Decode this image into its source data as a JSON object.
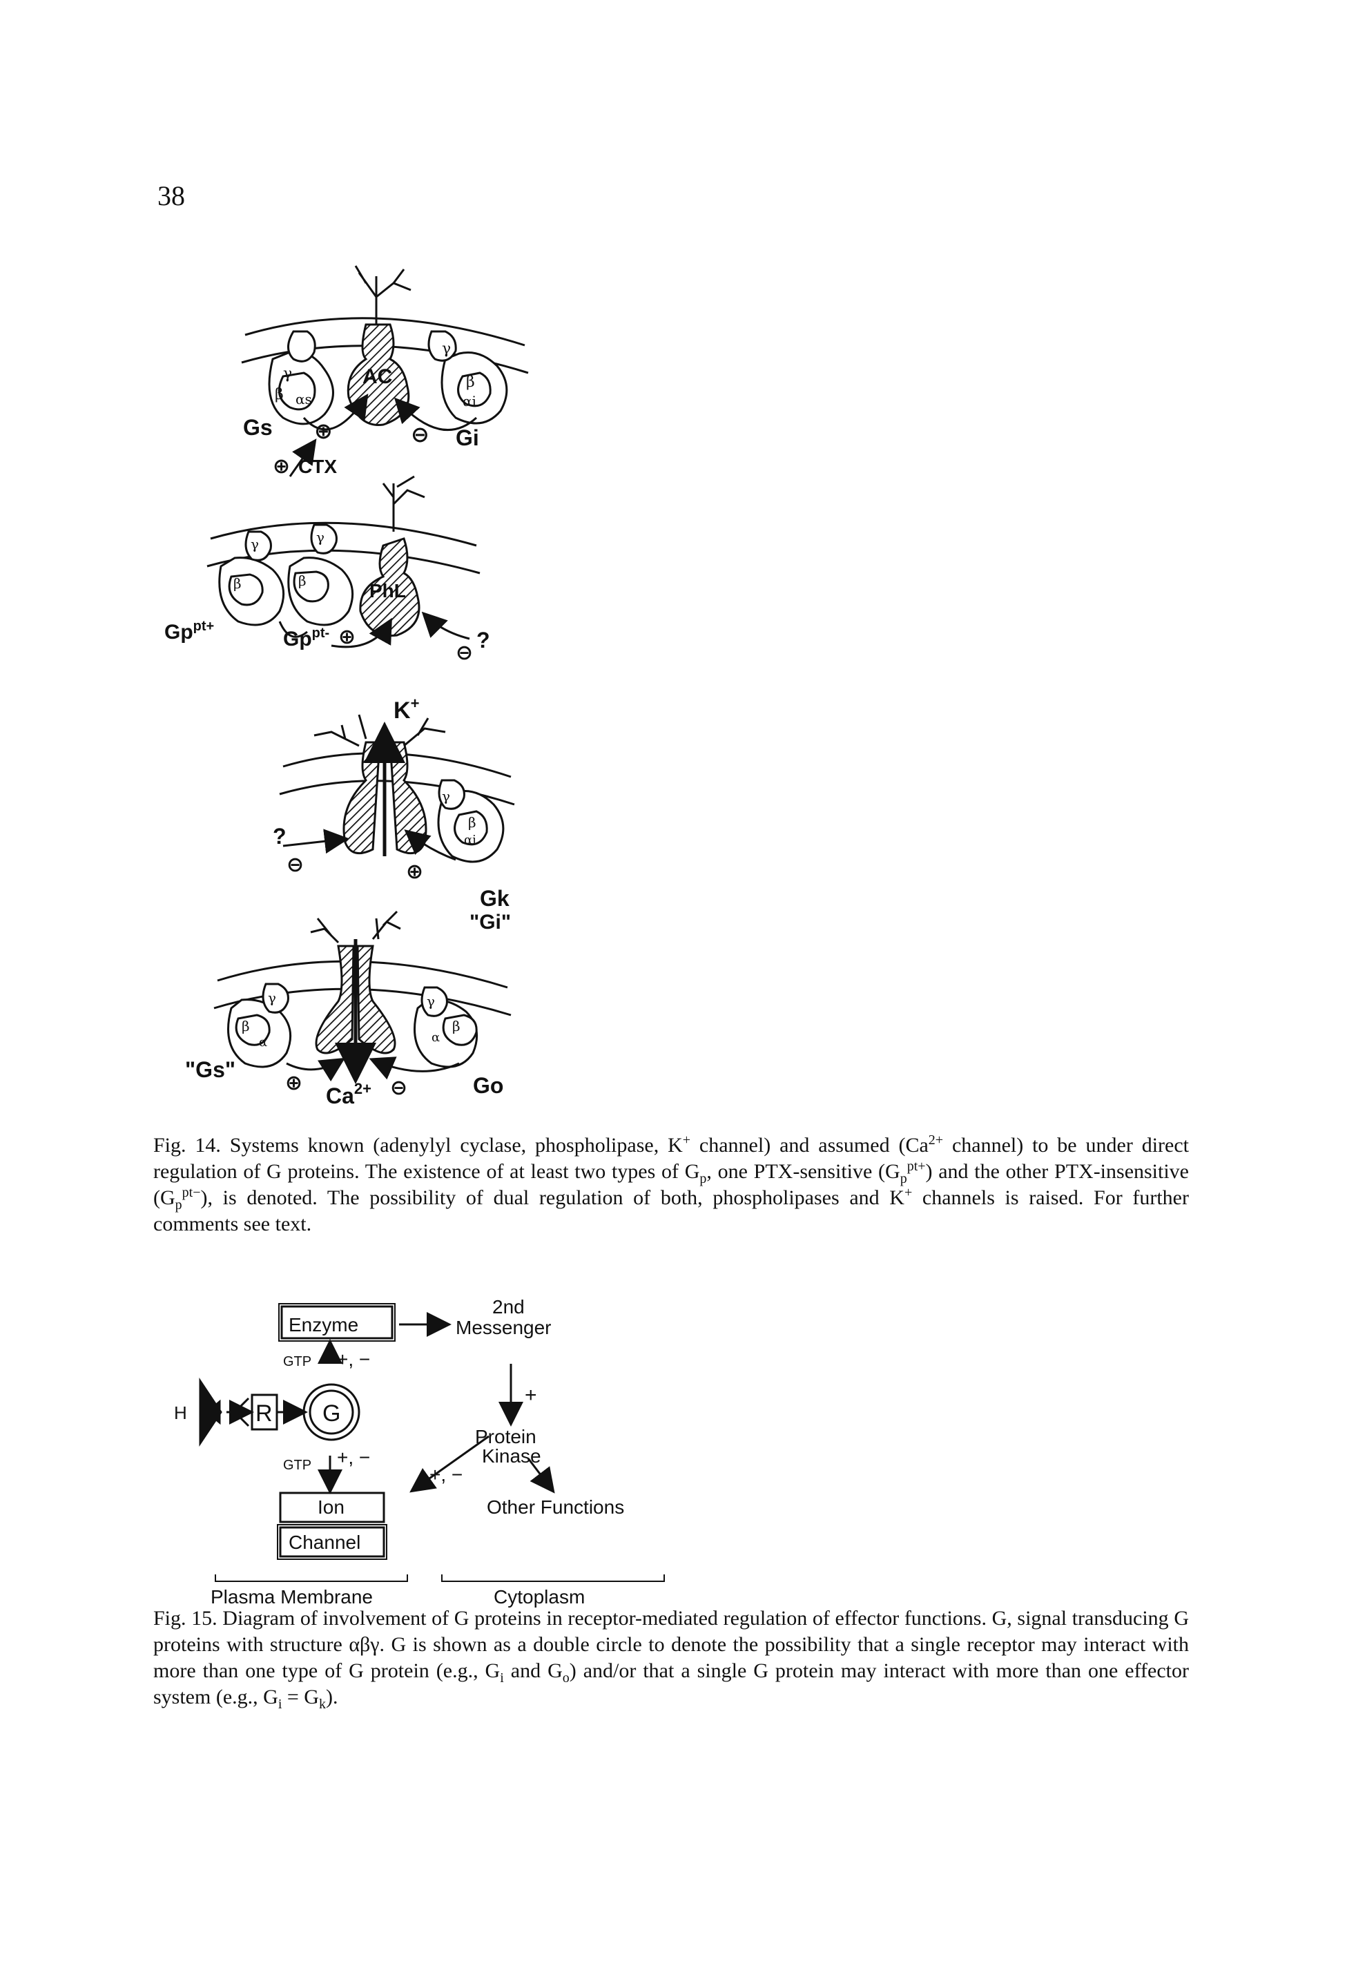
{
  "page": {
    "number": "38"
  },
  "fig14": {
    "panel_ac": {
      "left_protein": "Gs",
      "effector": "AC",
      "right_protein": "Gi",
      "ctx": "CTX",
      "subunits_left": [
        "γ",
        "β",
        "αs"
      ],
      "subunits_right": [
        "γ",
        "β",
        "αi"
      ]
    },
    "panel_phl": {
      "left_protein": "Gp",
      "left_sup": "pt+",
      "mid_protein": "Gp",
      "mid_sup": "pt-",
      "effector": "PhL",
      "question": "?"
    },
    "panel_k": {
      "ion": "K",
      "ion_charge": "+",
      "question": "?",
      "protein": "Gk",
      "protein_alt": "\"Gi\"",
      "subunits": [
        "γ",
        "β",
        "αi"
      ]
    },
    "panel_ca": {
      "left_protein": "\"Gs\"",
      "ion": "Ca",
      "ion_charge": "2+",
      "right_protein": "Go",
      "subunits_left": [
        "γ",
        "β",
        "α"
      ],
      "subunits_right": [
        "γ",
        "β",
        "α"
      ]
    },
    "plus": "⊕",
    "minus": "⊖",
    "caption": {
      "t1": "Fig. 14. Systems known (adenylyl cyclase, phospholipase, K",
      "t1s": "+",
      "t2": " channel) and assumed (Ca",
      "t2s": "2+",
      "t3": " channel) to be under direct regulation of G proteins. The existence of at least two types of G",
      "t3b": "p",
      "t4": ", one PTX-sensitive (G",
      "t4b": "p",
      "t4s": "pt+",
      "t5": ") and the other PTX-insensitive (G",
      "t5b": "p",
      "t5s": "pt−",
      "t6": "), is denoted. The possibility of dual regulation of both, phospholipases and K",
      "t6s": "+",
      "t7": " channels is raised. For further comments see text."
    }
  },
  "fig15": {
    "enzyme": "Enzyme",
    "second_messenger_1": "2nd",
    "second_messenger_2": "Messenger",
    "gtp_top": "GTP",
    "gtp_bottom": "GTP",
    "pm_top": "+, −",
    "pm_bottom": "+, −",
    "plus": "+",
    "h": "H",
    "r": "R",
    "g": "G",
    "protein_kinase_1": "Protein",
    "protein_kinase_2": "Kinase",
    "pm_kinase": "+, −",
    "other_functions": "Other Functions",
    "ion": "Ion",
    "channel": "Channel",
    "plasma_membrane": "Plasma Membrane",
    "cytoplasm": "Cytoplasm",
    "caption": {
      "t1": "Fig. 15. Diagram of involvement of G proteins in receptor-mediated regulation of effector functions. G, signal transducing G proteins with structure αβγ. G is shown as a double circle to denote the possibility that a single receptor may interact with more than one type of G protein (e.g., G",
      "t1b": "i",
      "t2": " and G",
      "t2b": "o",
      "t3": ") and/or that a single G protein may interact with more than one effector system (e.g., G",
      "t3b": "i",
      "t4": " = G",
      "t4b": "k",
      "t5": ")."
    }
  }
}
